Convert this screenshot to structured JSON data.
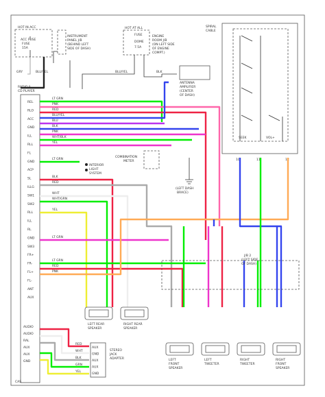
{
  "top_left_box": {
    "header": "HOT IN ACC",
    "fuse_text": "FUSE",
    "amp_text": "15A",
    "fuse_label": "ACC FUSE",
    "location_lines": [
      "INSTRUMENT",
      "PANEL J/B",
      "(BEHIND LEFT",
      "SIDE OF DASH)"
    ]
  },
  "top_mid_box": {
    "header": "HOT AT ALL",
    "fuse_text": "FUSE",
    "amp_text": "7.5A",
    "fuse_label": "DOME",
    "location_lines": [
      "ENGINE",
      "ROOM J/B",
      "(ON LEFT SIDE",
      "OF ENGINE",
      "COMPT.)"
    ]
  },
  "wire_labels": {
    "gry": "GRY",
    "blu_yel_1": "BLU/YEL",
    "blu_yel_2": "BLU/YEL",
    "blk": "BLK"
  },
  "antenna_amp": {
    "lines": [
      "ANTENNA",
      "AMPLIFIER",
      "(CENTER",
      "OF DASH)"
    ]
  },
  "spiral_cable": {
    "title_lines": [
      "SPIRAL",
      "CABLE"
    ],
    "contact_labels": [
      "SEEK",
      "VOL+"
    ],
    "pin_labels": [
      "10",
      "11",
      "12"
    ]
  },
  "radio": {
    "title_lines": [
      "RADIO &",
      "CD PLAYER"
    ],
    "pins": [
      "REL",
      "RLO",
      "ACC",
      "GND",
      "ILL",
      "RLL",
      "FL",
      "GND",
      "ACP",
      "SL",
      "ILLG",
      "SW1",
      "SW2",
      "RLL",
      "ILL",
      "RL",
      "GND",
      "SW3",
      "FR+",
      "FR-",
      "FL+",
      "FL-",
      "ANT",
      "AUX"
    ],
    "bottom_pins": [
      "AUDIO",
      "AUDIO",
      "RAL",
      "AUX",
      "AUX",
      "GND"
    ],
    "footer": "CAS"
  },
  "radio_wire_labels": [
    "LT GRN",
    "PNK",
    "RED",
    "BLU/YEL",
    "BLU",
    "BLK",
    "PNK",
    "WHT/BLK",
    "YEL",
    "LT GRN",
    "BLK",
    "RED",
    "WHT",
    "WHT/GRN",
    "YEL",
    "LT GRN",
    "LT GRN",
    "RED",
    "PNK"
  ],
  "combination_meter": {
    "lines": [
      "COMBINATION",
      "METER"
    ]
  },
  "interior_light": {
    "lines": [
      "INTERIOR",
      "LIGHT",
      "SYSTEM"
    ]
  },
  "ground_label": {
    "lines": [
      "(LEFT DASH",
      "BRACE)"
    ]
  },
  "jb_box": {
    "lines": [
      "J/B 2",
      "(LEFT SIDE",
      "OF DASH)"
    ]
  },
  "speakers": [
    {
      "id": "left-rear",
      "lines": [
        "LEFT REAR",
        "SPEAKER"
      ]
    },
    {
      "id": "right-rear",
      "lines": [
        "RIGHT REAR",
        "SPEAKER"
      ]
    },
    {
      "id": "left-front",
      "lines": [
        "LEFT",
        "FRONT",
        "SPEAKER"
      ]
    },
    {
      "id": "left-tweeter",
      "lines": [
        "LEFT",
        "TWEETER"
      ]
    },
    {
      "id": "right-tweeter",
      "lines": [
        "RIGHT",
        "TWEETER"
      ]
    },
    {
      "id": "right-front",
      "lines": [
        "RIGHT",
        "FRONT",
        "SPEAKER"
      ]
    }
  ],
  "stereo_jack": {
    "title_lines": [
      "STEREO",
      "JACK",
      "ADAPTER"
    ],
    "pins": [
      "AUX",
      "GND",
      "AUX",
      "AUX",
      "GND"
    ]
  },
  "bottom_wire_labels": [
    "RED",
    "WHT",
    "BLK",
    "GRN",
    "YEL"
  ],
  "footer_left": "CAS",
  "colors": {
    "lt_green": "#00ee00",
    "pink": "#ff66aa",
    "red": "#ee2244",
    "blue": "#3344ee",
    "violet": "#bb33ee",
    "magenta": "#ee33cc",
    "yellow": "#eeee33",
    "orange": "#ffaa55",
    "gray": "#aaaaaa",
    "black": "#222222"
  }
}
